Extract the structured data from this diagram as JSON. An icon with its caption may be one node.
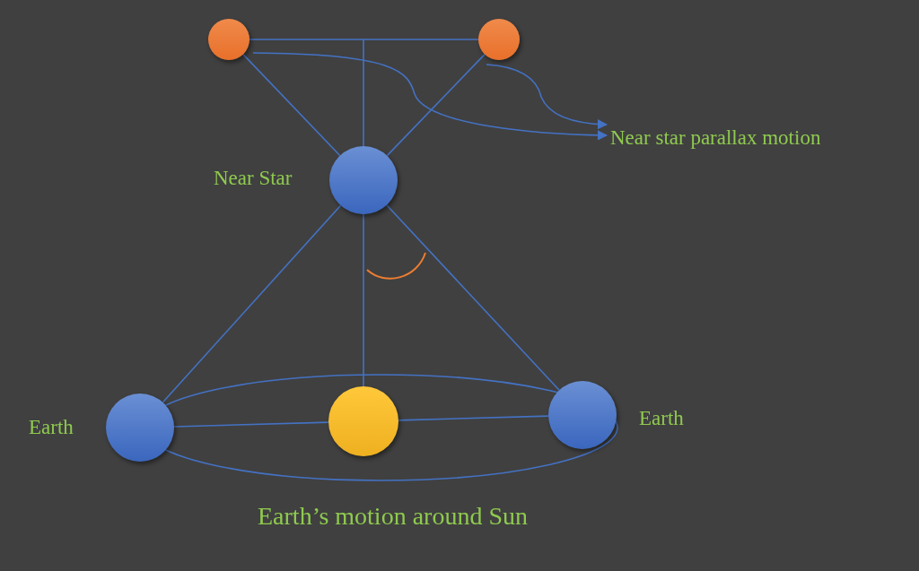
{
  "diagram": {
    "nodes": [
      {
        "text": [],
        "shape": "circle"
      },
      {
        "text": [],
        "shape": "circle"
      },
      {
        "text": [],
        "shape": "circle",
        "beside": [
          "Near Star"
        ]
      },
      {
        "text": [],
        "shape": "circle",
        "beside": [
          "Earth"
        ]
      },
      {
        "text": [],
        "shape": "circle"
      },
      {
        "text": [],
        "shape": "circle",
        "beside": [
          "Earth"
        ]
      },
      {
        "text": [
          "Near star parallax motion"
        ]
      }
    ],
    "edges": [
      {
        "from": 0,
        "to": 1,
        "arrow": "none"
      },
      {
        "from": null,
        "to": 4,
        "arrow": "none"
      },
      {
        "from": 0,
        "to": 2,
        "arrow": "none"
      },
      {
        "from": 1,
        "to": 2,
        "arrow": "none"
      },
      {
        "from": 2,
        "to": 3,
        "arrow": "none"
      },
      {
        "from": 2,
        "to": 5,
        "arrow": "none"
      },
      {
        "from": 3,
        "to": 4,
        "arrow": "none"
      },
      {
        "from": 4,
        "to": 5,
        "arrow": "none"
      },
      {
        "from": 0,
        "to": 6,
        "arrow": "to"
      },
      {
        "from": 1,
        "to": 6,
        "arrow": "to"
      }
    ],
    "labels": [
      "Earth’s motion around Sun"
    ]
  }
}
